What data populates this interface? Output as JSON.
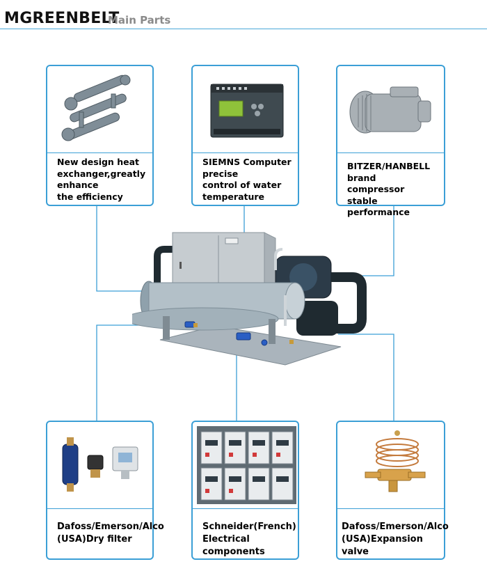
{
  "header": {
    "brand": "MGREENBELT",
    "subtitle": "Main Parts"
  },
  "parts_top": [
    {
      "label": "New design heat\nexchanger,greatly\nenhance\nthe efficiency",
      "icon": "heat-exchanger-icon"
    },
    {
      "label": "SIEMNS Computer\nprecise\ncontrol of water\ntemperature",
      "icon": "plc-controller-icon"
    },
    {
      "label": "BITZER/HANBELL brand\ncompressor\nstable performance",
      "icon": "compressor-icon"
    }
  ],
  "parts_bottom": [
    {
      "label": "Dafoss/Emerson/Alco\n(USA)Dry filter",
      "icon": "dry-filter-icon"
    },
    {
      "label": "Schneider(French)\nElectrical components",
      "icon": "contactors-icon"
    },
    {
      "label": "Dafoss/Emerson/Alco\n(USA)Expansion valve",
      "icon": "expansion-valve-icon"
    }
  ],
  "colors": {
    "accent": "#3b9fd6",
    "header_rule": "#4aa8d8"
  }
}
